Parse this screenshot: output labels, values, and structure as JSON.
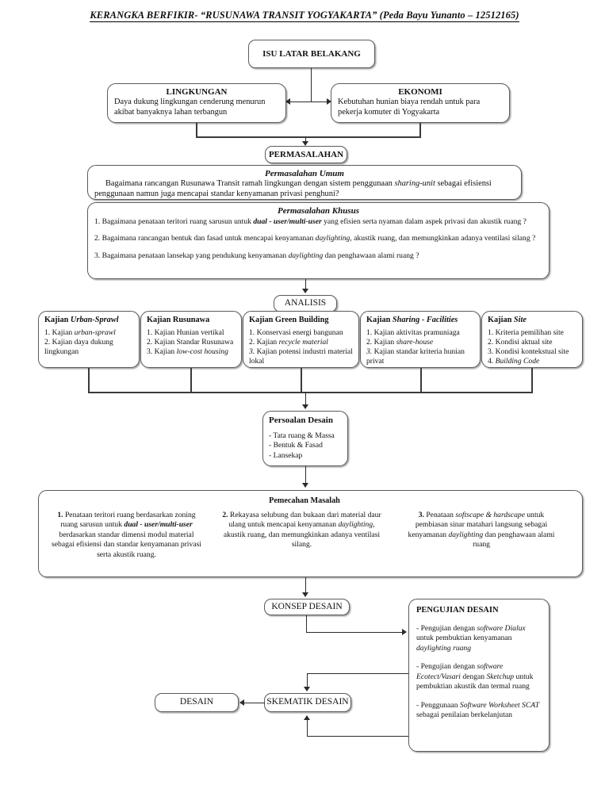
{
  "title": "KERANGKA BERFIKIR- “RUSUNAWA TRANSIT YOGYAKARTA” (Peda Bayu Yunanto – 12512165)",
  "nodes": {
    "isu": "ISU LATAR BELAKANG",
    "lingkungan": {
      "heading": "LINGKUNGAN",
      "body": "Daya dukung lingkungan cenderung menurun akibat banyaknya lahan terbangun"
    },
    "ekonomi": {
      "heading": "EKONOMI",
      "body": "Kebutuhan hunian biaya rendah untuk para pekerja komuter di Yogyakarta"
    },
    "permasalahan": "PERMASALAHAN",
    "analisis": "ANALISIS",
    "persoalan": {
      "heading": "Persoalan Desain",
      "items": [
        "- Tata ruang & Massa",
        "- Bentuk & Fasad",
        "- Lansekap"
      ]
    },
    "konsep": "KONSEP DESAIN",
    "skematik": "SKEMATIK DESAIN",
    "desain": "DESAIN"
  },
  "permasalahan_umum": {
    "heading": "Permasalahan Umum",
    "text_1": "Bagaimana rancangan Rusunawa Transit ramah lingkungan dengan sistem penggunaan ",
    "em_1": "sharing-unit",
    "text_2": " sebagai efisiensi penggunaan namun juga mencapai standar kenyamanan privasi penghuni?"
  },
  "permasalahan_khusus": {
    "heading": "Permasalahan Khusus",
    "q1_a": "1. Bagaimana penataan teritori ruang sarusun untuk ",
    "q1_em": "dual - user/multi-user",
    "q1_b": " yang efisien serta nyaman dalam aspek privasi dan akustik ruang ?",
    "q2_a": "2. Bagaimana rancangan bentuk dan fasad untuk mencapai kenyamanan ",
    "q2_em": "daylighting",
    "q2_b": ", akustik ruang, dan memungkinkan adanya ventilasi silang ?",
    "q3_a": "3. Bagaimana penataan lansekap yang pendukung kenyamanan ",
    "q3_em": "daylighting",
    "q3_b": " dan penghawaan alami ruang ?"
  },
  "analysis_columns": [
    {
      "heading_a": "Kajian ",
      "heading_em": "Urban-Sprawl",
      "items": [
        {
          "a": "1. Kajian ",
          "em": "urban-sprawl",
          "b": ""
        },
        {
          "a": "2. Kajian daya dukung lingkungan",
          "em": "",
          "b": ""
        }
      ]
    },
    {
      "heading_a": "Kajian Rusunawa",
      "heading_em": "",
      "items": [
        {
          "a": "1. Kajian Hunian vertikal",
          "em": "",
          "b": ""
        },
        {
          "a": "2. Kajian Standar Rusunawa",
          "em": "",
          "b": ""
        },
        {
          "a": "3. Kajian ",
          "em": "low-cost housing",
          "b": ""
        }
      ]
    },
    {
      "heading_a": "Kajian Green Building",
      "heading_em": "",
      "items": [
        {
          "a": "1. Konservasi energi bangunan",
          "em": "",
          "b": ""
        },
        {
          "a": "2. Kajian ",
          "em": "recycle material",
          "b": ""
        },
        {
          "a": "",
          "em": "3.",
          "b": " Kajian potensi industri material lokal"
        }
      ]
    },
    {
      "heading_a": "Kajian ",
      "heading_em": "Sharing - Facilities",
      "items": [
        {
          "a": "1. Kajian aktivitas pramuniaga",
          "em": "",
          "b": ""
        },
        {
          "a": "2. Kajian ",
          "em": "share-house",
          "b": ""
        },
        {
          "a": "",
          "em": "3.",
          "b": " Kajian standar kriteria hunian privat"
        }
      ]
    },
    {
      "heading_a": "Kajian ",
      "heading_em": "Site",
      "items": [
        {
          "a": "1. Kriteria pemilihan site",
          "em": "",
          "b": ""
        },
        {
          "a": "2. Kondisi aktual site",
          "em": "",
          "b": ""
        },
        {
          "a": "3. Kondisi kontekstual site",
          "em": "",
          "b": ""
        },
        {
          "a": "4. ",
          "em": "Building Code",
          "b": ""
        }
      ]
    }
  ],
  "pemecahan": {
    "heading": "Pemecahan Masalah",
    "items": [
      {
        "num": "1.",
        "a": " Penataan teritori ruang berdasarkan zoning ruang sarusun untuk ",
        "em": "dual - user/multi-user",
        "b": " berdasarkan standar dimensi modul material sebagai efisiensi dan standar kenyamanan privasi serta akustik ruang."
      },
      {
        "num": "2.",
        "a": " Rekayasa selubung dan bukaan dari material daur ulang untuk mencapai kenyamanan ",
        "em": "daylighting",
        "b": ", akustik ruang, dan memungkinkan adanya ventilasi silang."
      },
      {
        "num": "3.",
        "a": " Penataan ",
        "em": "softscape & hardscape",
        "b": " untuk pembiasan sinar matahari langsung sebagai kenyamanan ",
        "em2": "daylighting",
        "c": " dan penghawaan alami ruang"
      }
    ]
  },
  "pengujian": {
    "heading": "PENGUJIAN DESAIN",
    "items": [
      {
        "a": "- Pengujian dengan ",
        "em": "software Dialux",
        "b": " untuk pembuktian kenyamanan ",
        "em2": "daylighting ruang",
        "c": ""
      },
      {
        "a": "- Pengujian dengan ",
        "em": "software Ecotect/Vasari",
        "b": " dengan ",
        "em2": "Sketchup",
        "c": " untuk pembuktian akustik dan termal ruang"
      },
      {
        "a": "- Penggunaan ",
        "em": "Software Worksheet SCAT",
        "b": " sebagai penilaian berkelanjutan",
        "em2": "",
        "c": ""
      }
    ]
  },
  "colors": {
    "line": "#2b2b2b",
    "border": "#5b5b5b",
    "background": "#ffffff",
    "text": "#111111"
  }
}
